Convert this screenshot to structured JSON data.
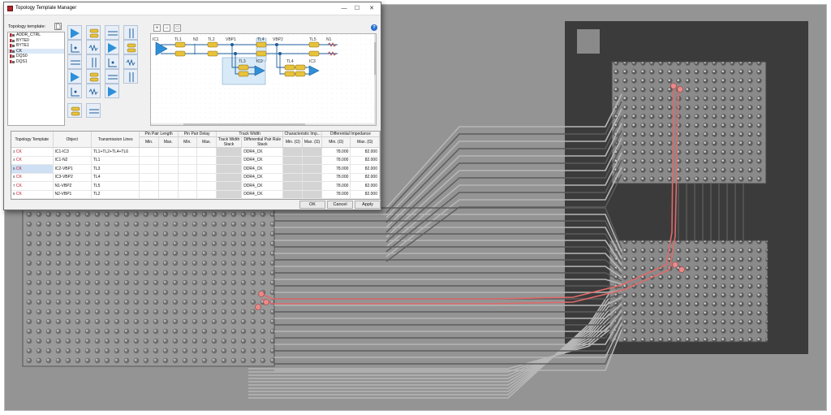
{
  "window": {
    "title": "Topology Template Manager",
    "controls": {
      "minimize": "—",
      "maximize": "☐",
      "close": "✕"
    }
  },
  "topology_template_label": "Topology template:",
  "templates": [
    {
      "name": "ADDR_CTRL",
      "selected": false
    },
    {
      "name": "BYTE0",
      "selected": false
    },
    {
      "name": "BYTE1",
      "selected": false
    },
    {
      "name": "CK",
      "selected": true
    },
    {
      "name": "DQS0",
      "selected": false
    },
    {
      "name": "DQS1",
      "selected": false
    }
  ],
  "schematic_labels": {
    "ic1": "IC1",
    "tl1": "TL1",
    "n2": "N2",
    "tl2": "TL2",
    "vbp1": "VBP1",
    "tl4_top": "TL4",
    "vbp2": "VBP2",
    "tl5": "TL5",
    "n1": "N1",
    "tl3": "TL3",
    "ic2": "IC2",
    "tl4_bottom": "TL4",
    "ic3": "IC3"
  },
  "grid": {
    "groups": {
      "pin_pair_length": "Pin Pair Length",
      "pin_pair_delay": "Pin Pair Delay",
      "track_width": "Track Width",
      "characteristic_impedance": "Characteristic Imp...",
      "differential_impedance": "Differential Impedance"
    },
    "headers": {
      "template": "Topology Template",
      "object": "Object",
      "transmission_lines": "Transmission Lines",
      "min": "Min.",
      "max": "Max.",
      "track_width_stack": "Track Width Stack",
      "diff_pair_rule_stack": "Differential Pair Rule Stack",
      "min_ohm": "Min. (Ω)",
      "max_ohm": "Max. (Ω)"
    },
    "rows": [
      {
        "num": "3",
        "template": "CK",
        "object": "IC1-IC3",
        "lines": "TL1+TL2+TL4+TL6",
        "diff_stack": "DDR4_CK",
        "dmin": "78.000",
        "dmax": "82.000",
        "selected": false
      },
      {
        "num": "4",
        "template": "CK",
        "object": "IC1-N2",
        "lines": "TL1",
        "diff_stack": "DDR4_CK",
        "dmin": "78.000",
        "dmax": "82.000",
        "selected": false
      },
      {
        "num": "5",
        "template": "CK",
        "object": "IC2-VBP1",
        "lines": "TL3",
        "diff_stack": "DDR4_CK",
        "dmin": "78.000",
        "dmax": "82.000",
        "selected": true
      },
      {
        "num": "6",
        "template": "CK",
        "object": "IC3-VBP2",
        "lines": "TL4",
        "diff_stack": "DDR4_CK",
        "dmin": "78.000",
        "dmax": "82.000",
        "selected": false
      },
      {
        "num": "7",
        "template": "CK",
        "object": "N1-VBP2",
        "lines": "TL5",
        "diff_stack": "DDR4_CK",
        "dmin": "78.000",
        "dmax": "82.000",
        "selected": false
      },
      {
        "num": "8",
        "template": "CK",
        "object": "N2-VBP1",
        "lines": "TL2",
        "diff_stack": "DDR4_CK",
        "dmin": "78.000",
        "dmax": "82.000",
        "selected": false
      }
    ]
  },
  "buttons": {
    "ok": "OK",
    "cancel": "Cancel",
    "apply": "Apply"
  },
  "icons": [
    "app-icon",
    "new-template-icon",
    "help-icon",
    "zoom-in-icon",
    "zoom-out-icon",
    "zoom-fit-icon",
    "topology-template-icon"
  ],
  "colors": {
    "highlight_trace": "#e06a6a",
    "selected_row": "#cfe0f5",
    "ic_buffer": "#2e8fd8",
    "resistor": "#e8c23a"
  }
}
